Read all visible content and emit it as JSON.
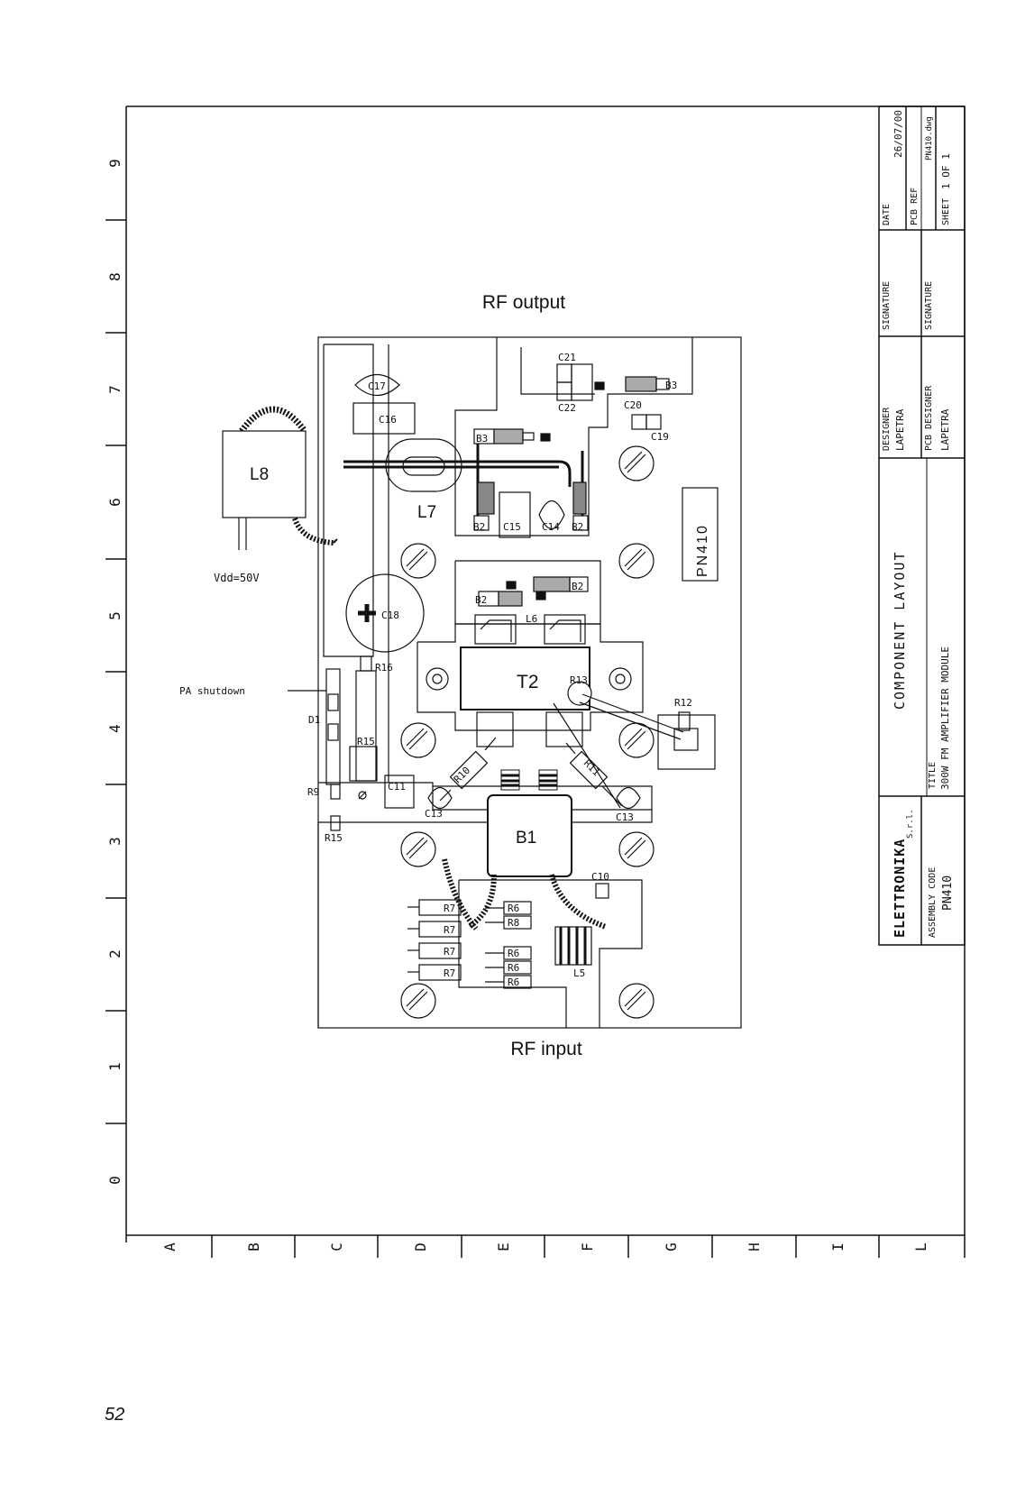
{
  "border": {
    "rows": [
      "9",
      "8",
      "7",
      "6",
      "5",
      "4",
      "3",
      "2",
      "1",
      "0"
    ],
    "columns": [
      "A",
      "B",
      "C",
      "D",
      "E",
      "F",
      "G",
      "H",
      "I",
      "L"
    ]
  },
  "layout": {
    "rf_output": "RF output",
    "rf_input": "RF input",
    "vdd": "Vdd=50V",
    "pa_shutdown": "PA shutdown",
    "board_name": "PN410"
  },
  "components": {
    "L8": "L8",
    "L7": "L7",
    "L6": "L6",
    "L5": "L5",
    "T2": "T2",
    "B1": "B1",
    "B2": "B2",
    "B3": "B3",
    "C10": "C10",
    "C11": "C11",
    "C13": "C13",
    "C14": "C14",
    "C15": "C15",
    "C16": "C16",
    "C17": "C17",
    "C18": "C18",
    "C19": "C19",
    "C20": "C20",
    "C21": "C21",
    "C22": "C22",
    "D1": "D1",
    "R6": "R6",
    "R7": "R7",
    "R8": "R8",
    "R9": "R9",
    "R10": "R10",
    "R11": "R11",
    "R12": "R12",
    "R13": "R13",
    "R15": "R15",
    "R16": "R16"
  },
  "title_block": {
    "date_label": "DATE",
    "date_value": "26/07/00",
    "pcb_ref_label": "PCB REF",
    "pcb_ref_value": "PN410.dwg",
    "sheet_label": "SHEET",
    "sheet_value": "1 OF 1",
    "signature_label": "SIGNATURE",
    "designer_label": "DESIGNER",
    "designer_value": "LAPETRA",
    "pcb_designer_label": "PCB DESIGNER",
    "pcb_designer_value": "LAPETRA",
    "drawing_title": "COMPONENT LAYOUT",
    "title_label": "TITLE",
    "title_value": "300W FM AMPLIFIER MODULE",
    "company": "ELETTRONIKA",
    "company_suffix": "S.r.l.",
    "assembly_code_label": "ASSEMBLY CODE",
    "assembly_code_value": "PN410"
  },
  "page_number": "52"
}
